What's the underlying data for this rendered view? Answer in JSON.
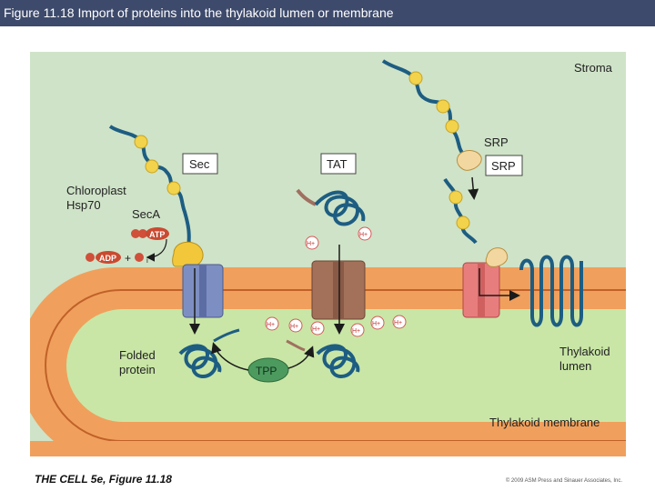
{
  "header": {
    "title": "Figure 11.18  Import of proteins into the thylakoid lumen or membrane"
  },
  "diagram": {
    "regions": {
      "stroma": "Stroma",
      "lumen": "Thylakoid\nlumen",
      "membrane": "Thylakoid membrane"
    },
    "pathways": {
      "sec": "Sec",
      "tat": "TAT",
      "srp": "SRP"
    },
    "labels": {
      "srp_particle": "SRP",
      "chaperone": "Chloroplast\nHsp70",
      "seca": "SecA",
      "atp": "ATP",
      "adp": "ADP",
      "plus": "+",
      "pi": "P",
      "pi_sub": "i",
      "folded": "Folded\nprotein",
      "tpp": "TPP",
      "proton": "H+"
    }
  },
  "footer": {
    "caption": "THE CELL 5e, Figure 11.18",
    "copyright": "© 2009 ASM Press and Sinauer Associates, Inc."
  },
  "colors": {
    "stroma": "#cfe3c8",
    "membrane": "#f0a05c",
    "lumen": "#c9e6a6",
    "protein": "#1d5d82",
    "signal": "#f2d34b",
    "sec_channel": "#7d8fc2",
    "tat_channel": "#a3705a",
    "srp_channel": "#e87d7d",
    "tpp": "#4c9a5e",
    "title_bar": "#3d4a6b"
  }
}
